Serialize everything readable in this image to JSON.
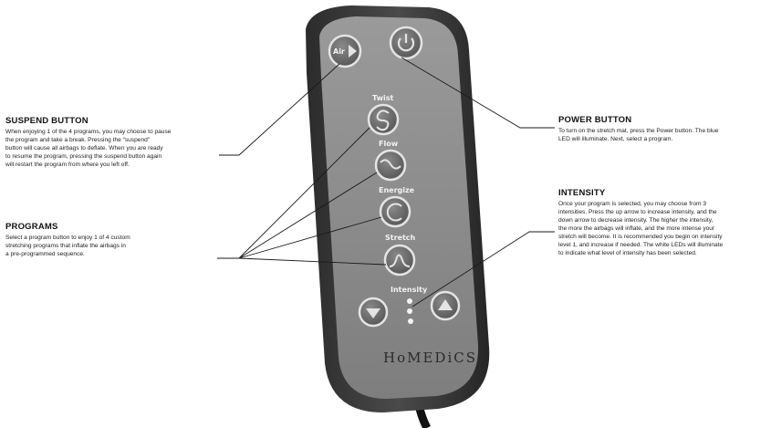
{
  "suspend": {
    "title": "SUSPEND BUTTON",
    "lines": [
      "When enjoying 1 of the 4 programs, you may choose to pause",
      "the program and take a break. Pressing the “suspend”",
      "button will cause all airbags to deflate. When you are ready",
      "to resume the program, pressing the suspend button again",
      "will restart the program from where you left off."
    ]
  },
  "programs": {
    "title": "PROGRAMS",
    "lines": [
      "Select a program button to enjoy 1 of 4 custom",
      "stretching programs that inflate the airbags in",
      "a pre-programmed sequence."
    ]
  },
  "power": {
    "title": "POWER BUTTON",
    "lines": [
      "To turn on the stretch mat, press the Power button. The blue",
      "LED will illuminate. Next, select a program."
    ]
  },
  "intensity": {
    "title": "INTENSITY",
    "lines": [
      "Once your program is selected, you may choose from 3",
      "intensities. Press the up arrow to increase intensity, and the",
      "down arrow to decrease intensity. The higher the intensity,",
      "the more the airbags will inflate, and the more intense your",
      "stretch will become. It is recommended you begin on intensity",
      "level 1, and increase if needed. The white LEDs will illuminate",
      "to indicate what level of intensity has been selected."
    ]
  },
  "remote": {
    "air_label": "Air",
    "twist_label": "Twist",
    "flow_label": "Flow",
    "energize_label": "Energize",
    "stretch_label": "Stretch",
    "intensity_label": "Intensity",
    "brand": "HoMEDiCS"
  },
  "colors": {
    "remote_body": "#3a3a3a",
    "remote_face": "#8c8c8c",
    "button_ring": "#e4e4e4",
    "callout_line": "#1a1a1a"
  }
}
